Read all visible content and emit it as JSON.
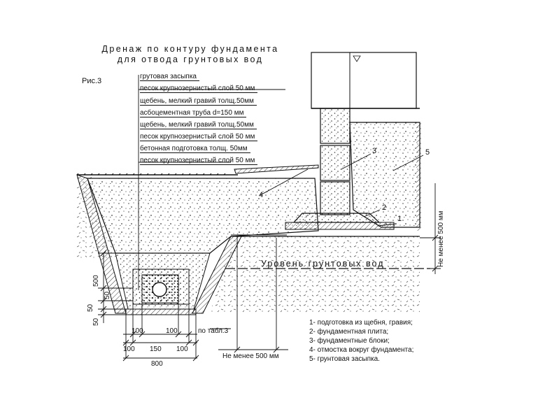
{
  "title_line1": "Дренаж по контуру фундамента",
  "title_line2": "для отвода грунтовых вод",
  "figure_label": "Рис.3",
  "layers": [
    "грутовая засыпка",
    "песок крупнозернистый слой 50 мм",
    "щебень, мелкий гравий толщ.50мм",
    "асбоцементная труба d=150 мм",
    "щебень, мелкий гравий толщ.50мм",
    "песок крупнозернистый слой 50 мм",
    "бетонная подготовка толщ. 50мм",
    "песок крупнозернистый слой 50 мм"
  ],
  "groundwater_label": "Уровень грунтовых вод",
  "callouts": [
    "1",
    "2",
    "3",
    "4",
    "5"
  ],
  "dimensions": {
    "left_500": "500",
    "left_50_a": "50",
    "left_50_b": "50",
    "left_50_c": "50",
    "bottom_100_a": "100",
    "bottom_100_b": "100",
    "bottom_100_c": "100",
    "bottom_150": "150",
    "bottom_100_d": "100",
    "bottom_800": "800",
    "po_tabl": "по табл.3",
    "min_500_bottom": "Не менее 500 мм",
    "min_500_right": "Не менее 500 мм"
  },
  "legend": [
    "1- подготовка из щебня, гравия;",
    "2- фундаментная плита;",
    "3- фундаментные блоки;",
    "4- отмостка вокруг фундамента;",
    "5- грунтовая засыпка."
  ],
  "colors": {
    "ink": "#111111",
    "stipple": "#333333",
    "background": "#ffffff"
  }
}
